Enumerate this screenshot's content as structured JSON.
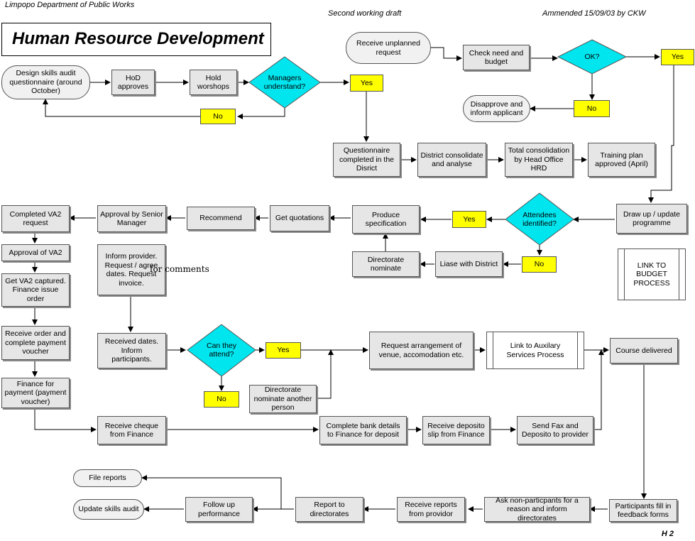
{
  "header": {
    "org": "Limpopo Department of  Public Works",
    "draft": "Second  working draft",
    "amended": "Ammended 15/09/03 by CKW"
  },
  "title": "Human Resource Development",
  "page_number": "H 2",
  "overlay_note": "for comments",
  "nodes": {
    "design_audit": "Design skills audit questionnaire (around October)",
    "hod_approves": "HoD approves",
    "hold_workshops": "Hold worshops",
    "managers_understand": "Managers understand?",
    "yes_managers": "Yes",
    "no_managers": "No",
    "receive_unplanned": "Receive unplanned request",
    "check_need": "Check need and budget",
    "ok": "OK?",
    "yes_ok": "Yes",
    "no_ok": "No",
    "disapprove": "Disapprove and inform applicant",
    "questionnaire_completed": "Questionnaire completed in the Disrict",
    "district_consolidate": "District consolidate and analyse",
    "total_consolidation": "Total consolidation by Head Office HRD",
    "training_plan": "Training plan approved (April)",
    "draw_up": "Draw up / update programme",
    "link_budget": "LINK TO BUDGET PROCESS",
    "attendees_identified": "Attendees identified?",
    "yes_attendees": "Yes",
    "no_attendees": "No",
    "produce_spec": "Produce specification",
    "get_quotations": "Get quotations",
    "recommend": "Recommend",
    "approval_senior": "Approval by Senior Manager",
    "completed_va2": "Completed VA2 request",
    "approval_va2": "Approval of VA2",
    "get_va2": "Get VA2 captured. Finance issue order",
    "receive_order": "Receive order and complete payment voucher",
    "finance_payment": "Finance for payment (payment voucher)",
    "liase_district": "Liase with District",
    "directorate_nominate": "Directorate nominate",
    "inform_provider": "Inform provider. Request / agree dates. Request invoice.",
    "received_dates": "Received dates. Inform participants.",
    "can_attend": "Can they attend?",
    "yes_attend": "Yes",
    "no_attend": "No",
    "directorate_nominate_another": "Directorate nominate another person",
    "request_arrangement": "Request arrangement of venue, accomodation etc.",
    "link_auxiliary": "Link to Auxilary Services Process",
    "course_delivered": "Course delivered",
    "receive_cheque": "Receive cheque from Finance",
    "complete_bank": "Complete bank details to Finance for deposit",
    "receive_deposito": "Receive deposito slip from Finance",
    "send_fax": "Send Fax and Deposito to provider",
    "file_reports": "File reports",
    "update_skills": "Update skills audit",
    "follow_up": "Follow up performance",
    "report_directorates": "Report to directorates",
    "receive_reports": "Receive reports from providor",
    "ask_non_participants": "Ask non-particpants for a reason and inform directorates",
    "participants_fill": "Participants fill in feedback forms"
  },
  "colors": {
    "decision": "#00e5ee",
    "yes_no": "#ffff00",
    "process": "#e6e6e6",
    "terminal": "#f1f1f1",
    "line": "#000000"
  }
}
